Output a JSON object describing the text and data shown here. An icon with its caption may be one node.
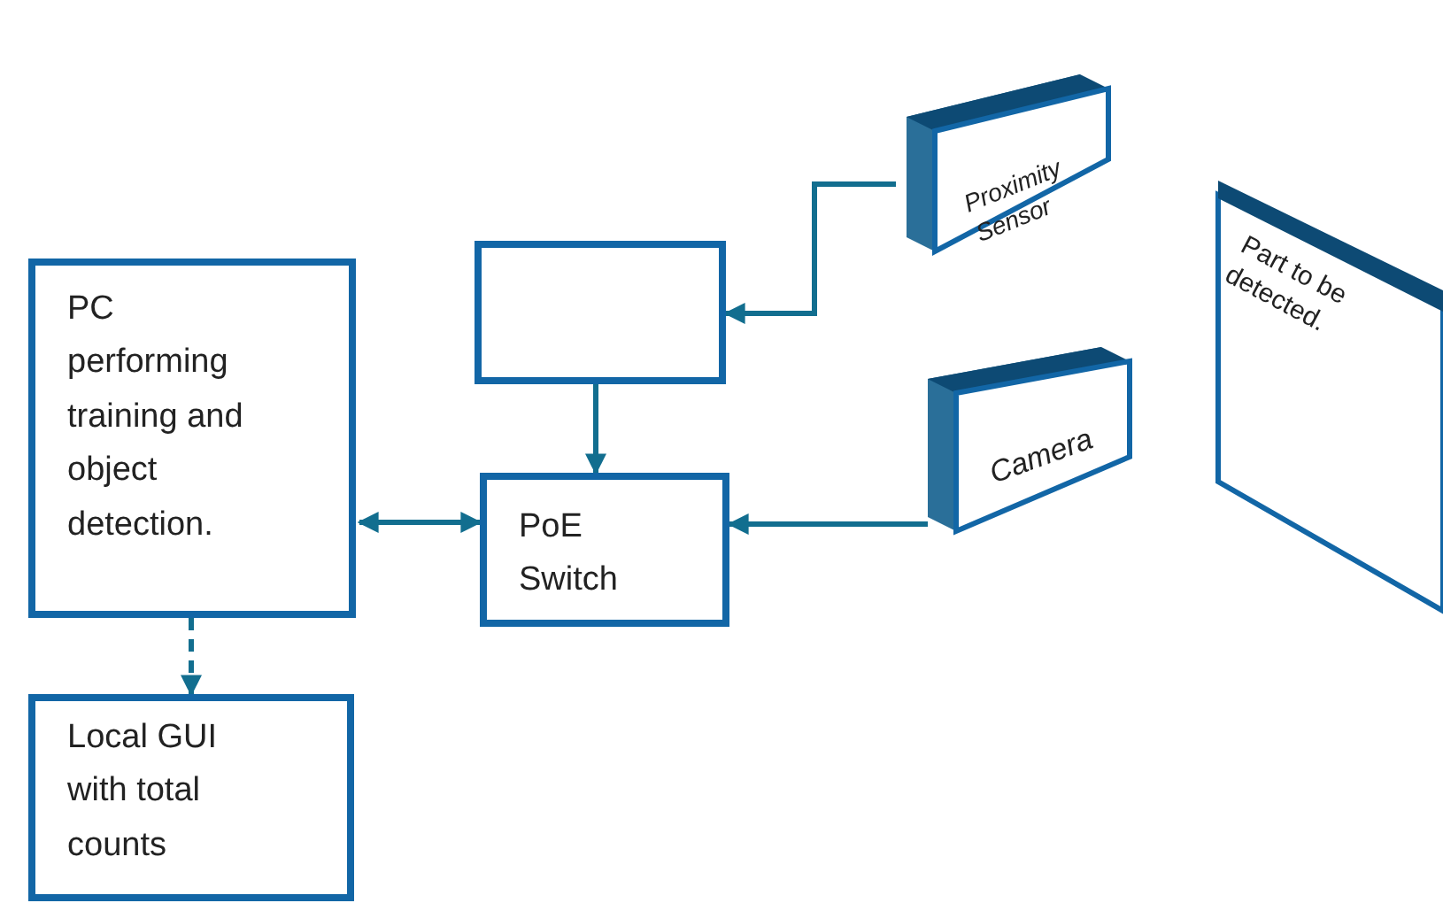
{
  "diagram": {
    "nodes": [
      {
        "text": [
          "Proximity Sensor"
        ]
      },
      {
        "text": [],
        "shape": "box"
      },
      {
        "text": [
          "PC performing training and object detection."
        ]
      },
      {
        "text": [
          "PoE Switch"
        ]
      },
      {
        "text": [
          "Camera"
        ]
      },
      {
        "text": [
          "Part to be detected."
        ]
      },
      {
        "text": [
          "Local GUI with total counts"
        ]
      }
    ],
    "edges": [
      {
        "from": 0,
        "to": 1,
        "arrow": "to"
      },
      {
        "from": 1,
        "to": 3,
        "arrow": "to"
      },
      {
        "from": 2,
        "to": 3,
        "arrow": "both"
      },
      {
        "from": 4,
        "to": 3,
        "arrow": "to"
      },
      {
        "from": 2,
        "to": 6,
        "arrow": "to",
        "style": "dashed"
      }
    ]
  }
}
